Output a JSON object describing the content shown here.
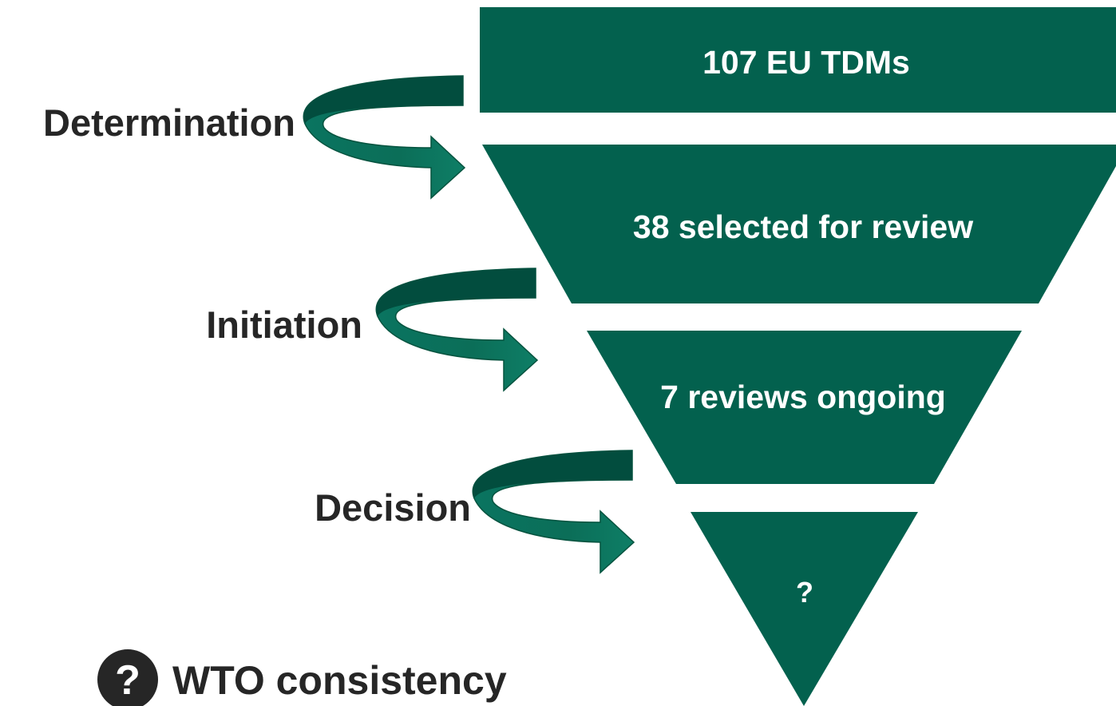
{
  "funnel": {
    "stages": [
      {
        "label": "107 EU TDMs"
      },
      {
        "label": "38 selected for review"
      },
      {
        "label": "7 reviews ongoing"
      },
      {
        "label": "?"
      }
    ]
  },
  "steps": [
    {
      "label": "Determination"
    },
    {
      "label": "Initiation"
    },
    {
      "label": "Decision"
    }
  ],
  "footer": {
    "icon_glyph": "?",
    "icon": "question-circle-icon",
    "label": "WTO consistency"
  },
  "colors": {
    "stage_fill": "#03614E",
    "arrow_fill": "#0B6E58",
    "arrow_dark": "#024D3E",
    "text_dark": "#262626",
    "text_light": "#ffffff"
  }
}
